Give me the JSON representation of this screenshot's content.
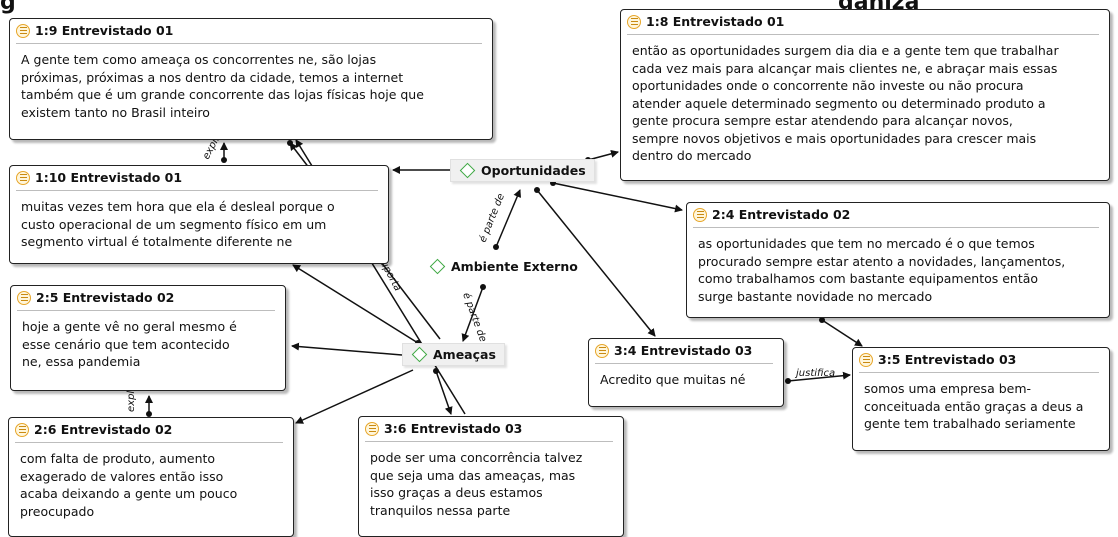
{
  "page_fragments": {
    "left_partial": "g",
    "right_partial": "gãniza"
  },
  "quotes": [
    {
      "id": "1:9",
      "header": "1:9 Entrevistado 01",
      "text": "A gente tem como ameaça os concorrentes ne, são lojas\npróximas, próximas a nos dentro  da cidade, temos a internet\ntambém que é um grande concorrente das lojas físicas hoje  que\nexistem tanto no Brasil inteiro"
    },
    {
      "id": "1:8",
      "header": "1:8 Entrevistado 01",
      "text": "então as oportunidades surgem dia dia e a gente tem que trabalhar\ncada vez  mais para alcançar mais clientes ne, e abraçar mais essas\noportunidades onde o  concorrente não investe ou não procura\natender aquele determinado segmento ou  determinado produto a\ngente procura sempre estar atendendo para alcançar novos,\nsempre novos objetivos e mais oportunidades para crescer mais\ndentro do mercado"
    },
    {
      "id": "1:10",
      "header": "1:10 Entrevistado 01",
      "text": "muitas vezes tem hora que  ela é desleal porque o\ncusto operacional de um segmento físico em um\nsegmento virtual  é totalmente diferente ne"
    },
    {
      "id": "2:4",
      "header": "2:4 Entrevistado 02",
      "text": "as oportunidades que tem no mercado é o que temos\nprocurado sempre estar  atento a novidades, lançamentos,\ncomo trabalhamos com bastante equipamentos então\nsurge bastante novidade no mercado"
    },
    {
      "id": "2:5",
      "header": "2:5 Entrevistado 02",
      "text": "hoje a gente vê no geral mesmo  é\nesse cenário que tem acontecido\nne, essa pandemia"
    },
    {
      "id": "3:4",
      "header": "3:4 Entrevistado 03",
      "text": "Acredito que muitas né"
    },
    {
      "id": "3:5",
      "header": "3:5 Entrevistado 03",
      "text": "somos uma empresa bem-\nconceituada então graças a deus a\ngente tem trabalhado seriamente"
    },
    {
      "id": "2:6",
      "header": "2:6 Entrevistado 02",
      "text": "com falta de produto, aumento\nexagerado de valores então isso\nacaba deixando  a gente um pouco\npreocupado"
    },
    {
      "id": "3:6",
      "header": "3:6 Entrevistado 03",
      "text": "pode ser uma concorrência talvez\nque seja uma das  ameaças, mas\nisso graças a deus estamos\ntranquilos nessa parte"
    }
  ],
  "codes": [
    {
      "id": "oportunidades",
      "label": "Oportunidades"
    },
    {
      "id": "ambiente",
      "label": "Ambiente Externo"
    },
    {
      "id": "ameacas",
      "label": "Ameaças"
    }
  ],
  "relation_labels": {
    "explica_1": "explica",
    "explica_2": "explica",
    "suporta": "suporta",
    "e_parte_de_1": "é parte de",
    "e_parte_de_2": "é parte de",
    "justifica": "justifica"
  },
  "colors": {
    "quote_icon": "#e7a62a",
    "code_diamond": "#3ea843",
    "link": "#111111"
  }
}
